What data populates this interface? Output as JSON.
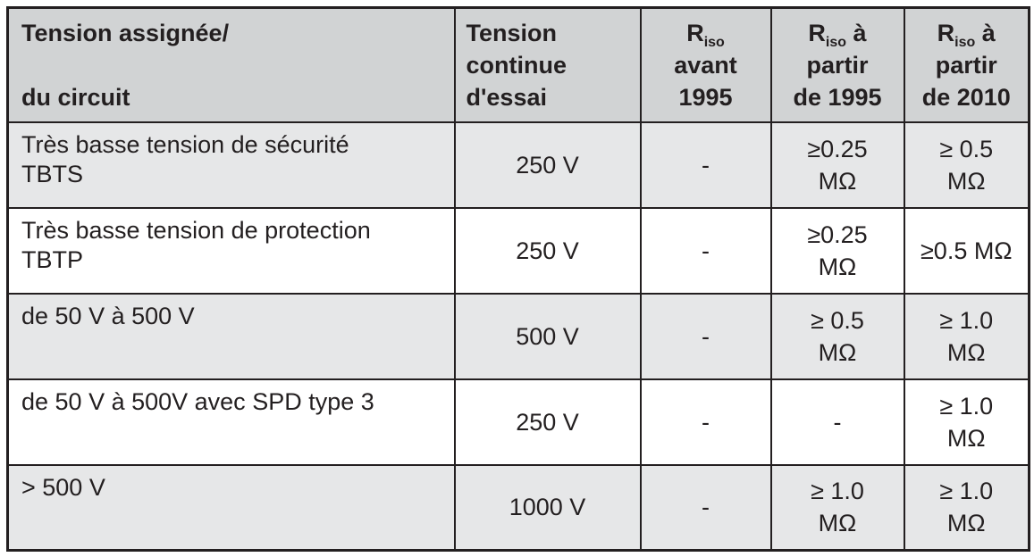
{
  "header": {
    "col1": {
      "line1": "Tension assignée/",
      "line2": "du circuit"
    },
    "col2": {
      "line1": "Tension",
      "line2": "continue",
      "line3": "d'essai"
    },
    "col3": {
      "r": "R",
      "sub": "iso",
      "line2": "avant",
      "line3": "1995"
    },
    "col4": {
      "r": "R",
      "sub": "iso",
      "suffix": " à",
      "line2": "partir",
      "line3": "de 1995"
    },
    "col5": {
      "r": "R",
      "sub": "iso",
      "suffix": " à",
      "line2": "partir",
      "line3": "de 2010"
    }
  },
  "rows": [
    {
      "circuit": [
        "Très basse tension de sécurité",
        "TBTS"
      ],
      "voltage": "250 V",
      "before1995": "-",
      "from1995": [
        "≥0.25",
        "MΩ"
      ],
      "from2010": [
        "≥ 0.5",
        "MΩ"
      ]
    },
    {
      "circuit": [
        "Très basse tension de protection",
        "TBTP"
      ],
      "voltage": "250 V",
      "before1995": "-",
      "from1995": [
        "≥0.25",
        "MΩ"
      ],
      "from2010": [
        "≥0.5 MΩ",
        ""
      ]
    },
    {
      "circuit": [
        "de 50 V à 500 V",
        ""
      ],
      "voltage": "500 V",
      "before1995": "-",
      "from1995": [
        "≥ 0.5",
        "MΩ"
      ],
      "from2010": [
        "≥ 1.0",
        "MΩ"
      ]
    },
    {
      "circuit": [
        "de 50 V à 500V avec SPD type 3",
        ""
      ],
      "voltage": "250 V",
      "before1995": "-",
      "from1995": [
        "-",
        ""
      ],
      "from2010": [
        "≥ 1.0",
        "MΩ"
      ]
    },
    {
      "circuit": [
        "> 500 V",
        ""
      ],
      "voltage": "1000 V",
      "before1995": "-",
      "from1995": [
        "≥ 1.0",
        "MΩ"
      ],
      "from2010": [
        "≥ 1.0",
        "MΩ"
      ]
    }
  ]
}
